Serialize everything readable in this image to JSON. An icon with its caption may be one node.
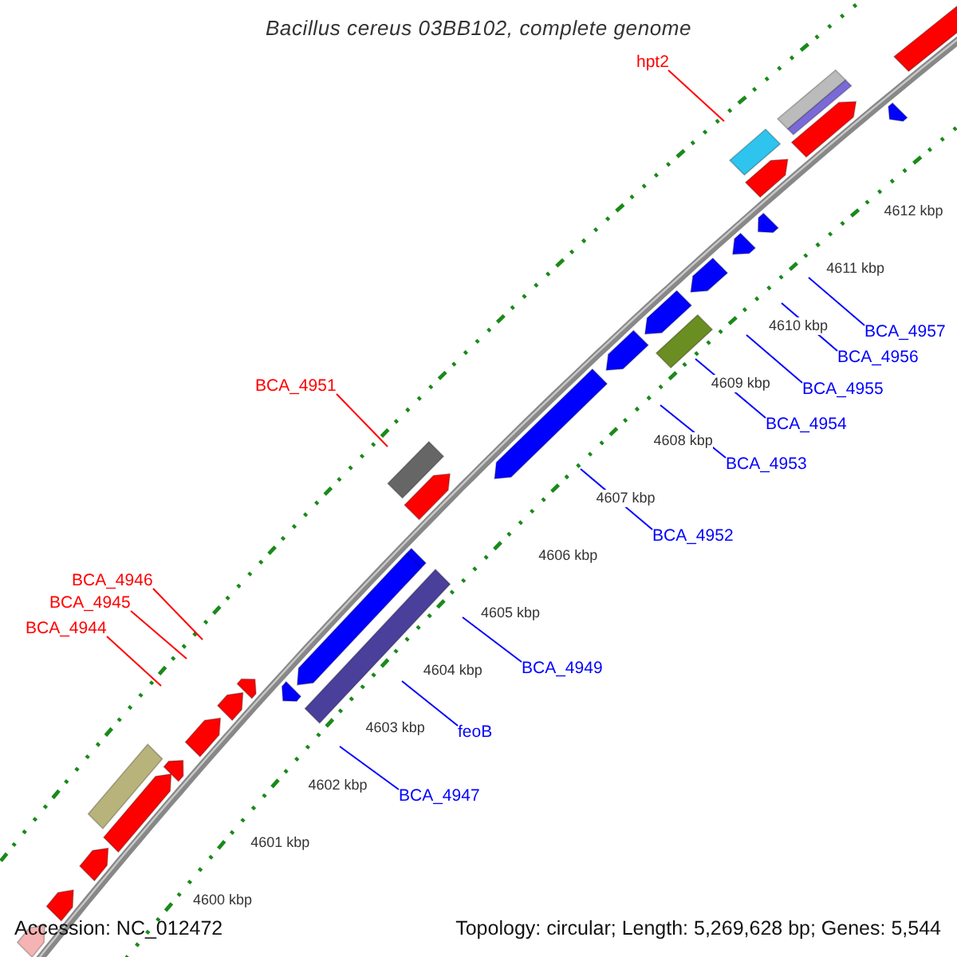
{
  "diagram": {
    "title": "Bacillus cereus 03BB102, complete genome",
    "nodes": [
      {
        "text": [
          "hpt2"
        ]
      },
      {
        "text": [
          "BCA_4951"
        ]
      },
      {
        "text": [
          "BCA_4946"
        ]
      },
      {
        "text": [
          "BCA_4945"
        ]
      },
      {
        "text": [
          "BCA_4944"
        ]
      },
      {
        "text": [
          "BCA_4957"
        ]
      },
      {
        "text": [
          "BCA_4956"
        ]
      },
      {
        "text": [
          "BCA_4955"
        ]
      },
      {
        "text": [
          "BCA_4954"
        ]
      },
      {
        "text": [
          "BCA_4953"
        ]
      },
      {
        "text": [
          "BCA_4952"
        ]
      },
      {
        "text": [
          "BCA_4949"
        ]
      },
      {
        "text": [
          "feoB"
        ]
      },
      {
        "text": [
          "BCA_4947"
        ]
      }
    ],
    "edges": [
      {
        "from": 0,
        "to": null,
        "arrow": "none",
        "color": "#ff0000"
      },
      {
        "from": 1,
        "to": null,
        "arrow": "none",
        "color": "#ff0000"
      },
      {
        "from": 2,
        "to": null,
        "arrow": "none",
        "color": "#ff0000"
      },
      {
        "from": 3,
        "to": null,
        "arrow": "none",
        "color": "#ff0000"
      },
      {
        "from": 4,
        "to": null,
        "arrow": "none",
        "color": "#ff0000"
      },
      {
        "from": 5,
        "to": null,
        "arrow": "none"
      },
      {
        "from": 6,
        "to": null,
        "arrow": "none"
      },
      {
        "from": 7,
        "to": null,
        "arrow": "none"
      },
      {
        "from": 8,
        "to": null,
        "arrow": "none"
      },
      {
        "from": 9,
        "to": null,
        "arrow": "none"
      },
      {
        "from": 10,
        "to": null,
        "arrow": "none"
      },
      {
        "from": 11,
        "to": null,
        "arrow": "none"
      },
      {
        "from": 12,
        "to": null,
        "arrow": "none"
      },
      {
        "from": 13,
        "to": null,
        "arrow": "none"
      }
    ],
    "labels": [
      "4600 kbp",
      "4601 kbp",
      "4602 kbp",
      "4603 kbp",
      "4604 kbp",
      "4605 kbp",
      "4606 kbp",
      "4607 kbp",
      "4608 kbp",
      "4609 kbp",
      "4610 kbp",
      "4611 kbp",
      "4612 kbp",
      "Accession: NC_012472",
      "Topology: circular; Length: 5,269,628 bp; Genes: 5,544"
    ]
  }
}
